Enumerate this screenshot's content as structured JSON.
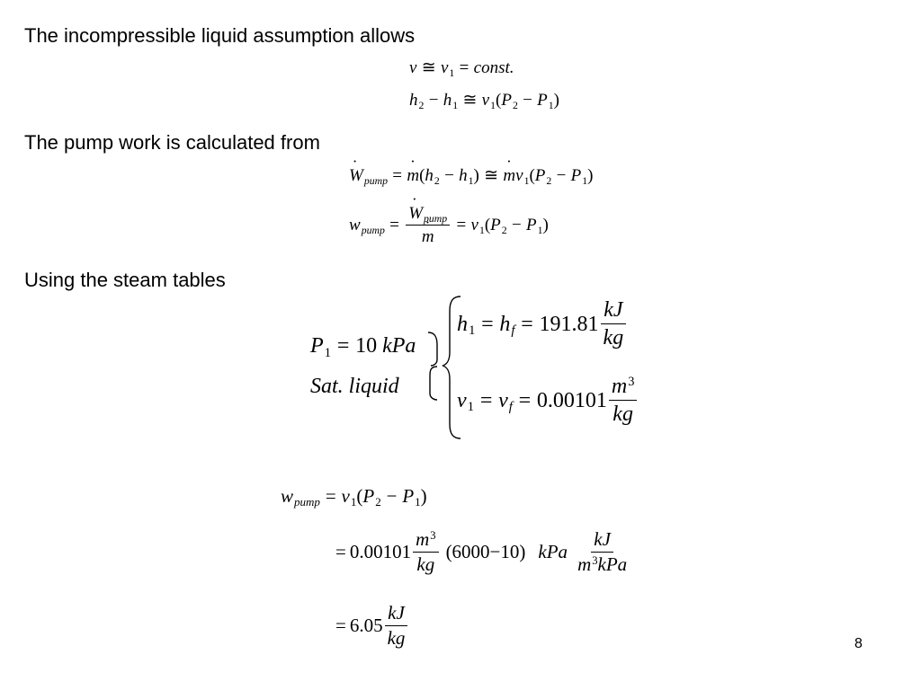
{
  "slide": {
    "page_number": "8",
    "text": {
      "line1": "The incompressible liquid assumption allows",
      "line2": "The pump work is calculated from",
      "line3": "Using the steam tables"
    },
    "values": {
      "p1_value": "10",
      "p1_unit": "kPa",
      "sat_label": "Sat. liquid",
      "hf": "191.81",
      "vf": "0.00101",
      "p2_minus_p1": "(6000−10)",
      "result": "6.05",
      "unit_kJ": "kJ",
      "unit_kg": "kg",
      "unit_kPa": "kPa",
      "const": "const."
    }
  }
}
